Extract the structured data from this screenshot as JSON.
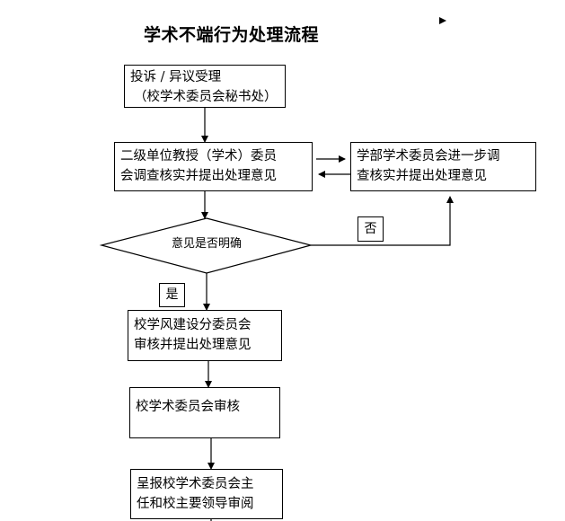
{
  "title": "学术不端行为处理流程",
  "boxes": {
    "complaint": {
      "line1": "投诉 / 异议受理",
      "line2": "（校学术委员会秘书处）"
    },
    "second_level": {
      "line1": "二级单位教授（学术）委员",
      "line2": "会调查核实并提出处理意见"
    },
    "faculty": {
      "line1": "学部学术委员会进一步调",
      "line2": "查核实并提出处理意见"
    },
    "style_committee": {
      "line1": "校学风建设分委员会",
      "line2": "审核并提出处理意见"
    },
    "academic_committee": {
      "line1": "校学术委员会审核"
    },
    "report": {
      "line1": "呈报校学术委员会主",
      "line2": "任和校主要领导审阅"
    }
  },
  "decision": {
    "label": "意见是否明确"
  },
  "tags": {
    "no": "否",
    "yes": "是"
  }
}
